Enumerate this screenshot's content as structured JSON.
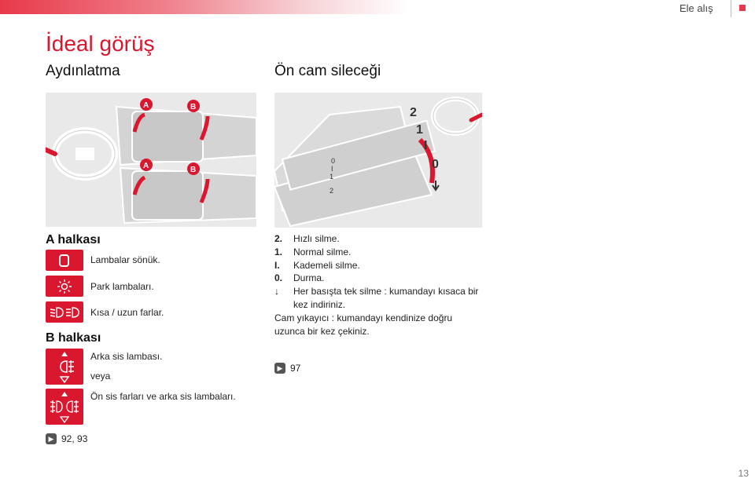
{
  "header": {
    "chapter": "Ele alış"
  },
  "page": {
    "title": "İdeal görüş",
    "left_subtitle": "Aydınlatma",
    "right_subtitle": "Ön cam sileceği",
    "number": "13"
  },
  "lighting": {
    "ring_a": {
      "heading": "A halkası",
      "items": [
        {
          "icon": "lights-off-icon",
          "symbol": "0",
          "label": "Lambalar sönük."
        },
        {
          "icon": "parking-lights-icon",
          "symbol": "☼",
          "label": "Park lambaları."
        },
        {
          "icon": "dipped-main-beam-icon",
          "symbol": "≣D ≣D",
          "label": "Kısa / uzun farlar."
        }
      ]
    },
    "ring_b": {
      "heading": "B halkası",
      "items": [
        {
          "icon": "rear-fog-icon",
          "symbol": "0≢",
          "label": "Arka sis lambası."
        },
        {
          "icon": "or-separator",
          "label": "veya"
        },
        {
          "icon": "front-rear-fog-icon",
          "symbol": "≢0 0≢",
          "label": "Ön sis farları ve arka sis lambaları."
        }
      ]
    },
    "ref": "92, 93",
    "diagram_letters": [
      "A",
      "B",
      "A",
      "B"
    ]
  },
  "wiper": {
    "items": [
      {
        "key": "2.",
        "text": "Hızlı silme."
      },
      {
        "key": "1.",
        "text": "Normal silme."
      },
      {
        "key": "I.",
        "text": "Kademeli silme."
      },
      {
        "key": "0.",
        "text": "Durma."
      },
      {
        "key": "↓",
        "text": "Her basışta tek silme : kumandayı kısaca bir kez indiriniz."
      }
    ],
    "washer_note": "Cam yıkayıcı : kumandayı kendinize doğru uzunca bir kez çekiniz.",
    "ref": "97",
    "diagram_labels": [
      "2",
      "1",
      "I",
      "0"
    ],
    "stalk_labels": [
      "2",
      "1",
      "I",
      "0"
    ]
  },
  "colors": {
    "accent": "#d9172f",
    "panel": "#e6e6e6"
  }
}
